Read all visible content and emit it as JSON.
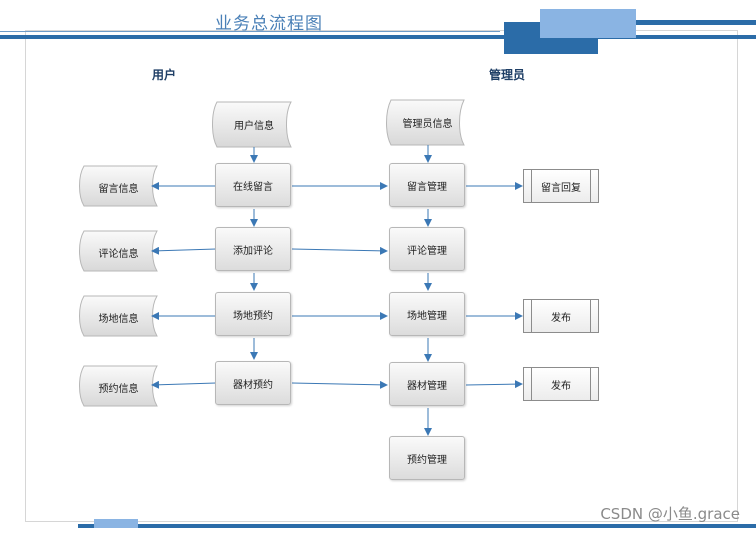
{
  "diagram": {
    "title": "业务总流程图",
    "lanes": {
      "user": "用户",
      "admin": "管理员"
    },
    "user_column": {
      "input": "用户信息",
      "processes": [
        "在线留言",
        "添加评论",
        "场地预约",
        "器材预约"
      ],
      "stores": [
        "留言信息",
        "评论信息",
        "场地信息",
        "预约信息"
      ]
    },
    "admin_column": {
      "input": "管理员信息",
      "processes": [
        "留言管理",
        "评论管理",
        "场地管理",
        "器材管理",
        "预约管理"
      ],
      "outputs": {
        "reply": "留言回复",
        "publish_1": "发布",
        "publish_2": "发布"
      }
    },
    "colors": {
      "accent": "#2b6ca8",
      "accent_light": "#8ab4e3",
      "arrow": "#3b78b5"
    }
  },
  "watermark": "CSDN @小鱼.grace"
}
